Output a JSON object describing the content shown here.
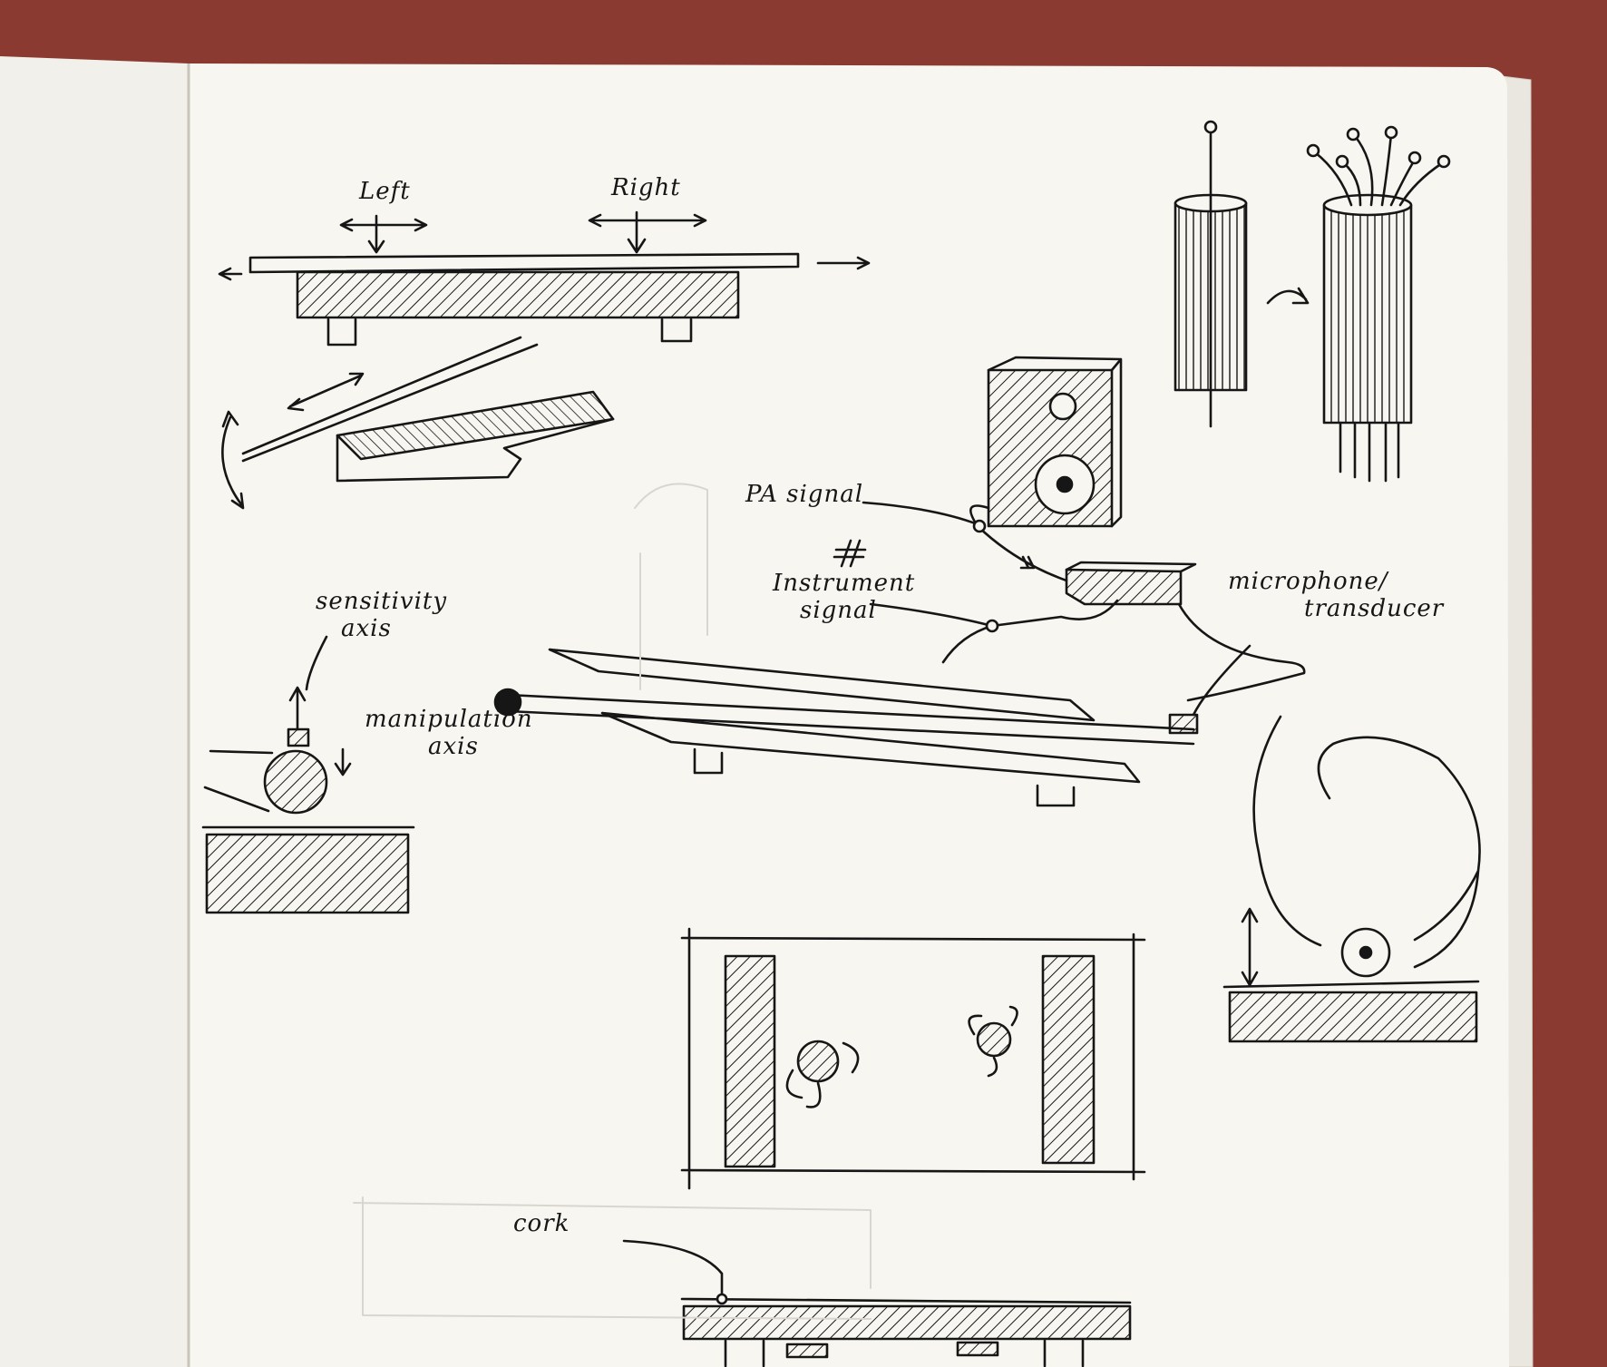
{
  "labels": {
    "left": "Left",
    "right": "Right",
    "sensitivity_axis": [
      "sensitivity",
      "axis"
    ],
    "manipulation_axis": [
      "manipulation",
      "axis"
    ],
    "pa_signal": "PA signal",
    "instrument_signal": [
      "Instrument",
      "signal"
    ],
    "microphone_transducer": [
      "microphone/",
      "transducer"
    ],
    "cork": "cork"
  },
  "colors": {
    "background": "#8a3a30",
    "paper_left": "#f1f0ea",
    "paper_right": "#f7f6f1",
    "ink": "#161616"
  }
}
